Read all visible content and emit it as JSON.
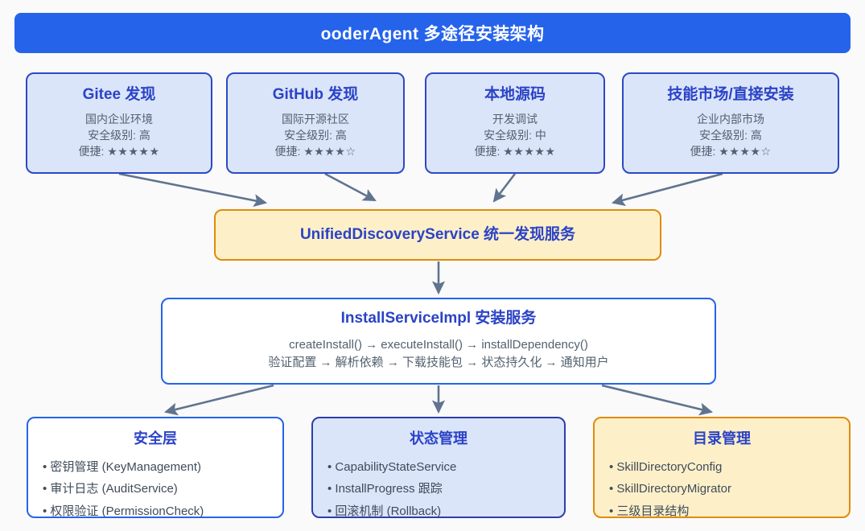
{
  "header": {
    "title": "ooderAgent 多途径安装架构",
    "bg_color": "#2563eb",
    "text_color": "#ffffff"
  },
  "colors": {
    "page_bg": "#fafafa",
    "blue_fill": "#dbe5fa",
    "blue_border": "#2d49c4",
    "cream_fill": "#fdf0c8",
    "orange_border": "#e08b09",
    "white_fill": "#ffffff",
    "title_text": "#2b43c6",
    "body_text": "#53616f",
    "arrow": "#60748f"
  },
  "sources": [
    {
      "title": "Gitee 发现",
      "line1": "国内企业环境",
      "line2": "安全级别: 高",
      "line3_label": "便捷:",
      "line3_stars": "★★★★★"
    },
    {
      "title": "GitHub 发现",
      "line1": "国际开源社区",
      "line2": "安全级别: 高",
      "line3_label": "便捷:",
      "line3_stars": "★★★★☆"
    },
    {
      "title": "本地源码",
      "line1": "开发调试",
      "line2": "安全级别: 中",
      "line3_label": "便捷:",
      "line3_stars": "★★★★★"
    },
    {
      "title": "技能市场/直接安装",
      "line1": "企业内部市场",
      "line2": "安全级别: 高",
      "line3_label": "便捷:",
      "line3_stars": "★★★★☆"
    }
  ],
  "unified": {
    "title": "UnifiedDiscoveryService 统一发现服务"
  },
  "install": {
    "title": "InstallServiceImpl 安装服务",
    "flow_api": "createInstall() → executeInstall() → installDependency()",
    "flow_steps": "验证配置 → 解析依赖 → 下载技能包 → 状态持久化 → 通知用户"
  },
  "layers": [
    {
      "title": "安全层",
      "items": [
        "密钥管理 (KeyManagement)",
        "审计日志 (AuditService)",
        "权限验证 (PermissionCheck)"
      ]
    },
    {
      "title": "状态管理",
      "items": [
        "CapabilityStateService",
        "InstallProgress 跟踪",
        "回滚机制 (Rollback)"
      ]
    },
    {
      "title": "目录管理",
      "items": [
        "SkillDirectoryConfig",
        "SkillDirectoryMigrator",
        "三级目录结构"
      ]
    }
  ]
}
